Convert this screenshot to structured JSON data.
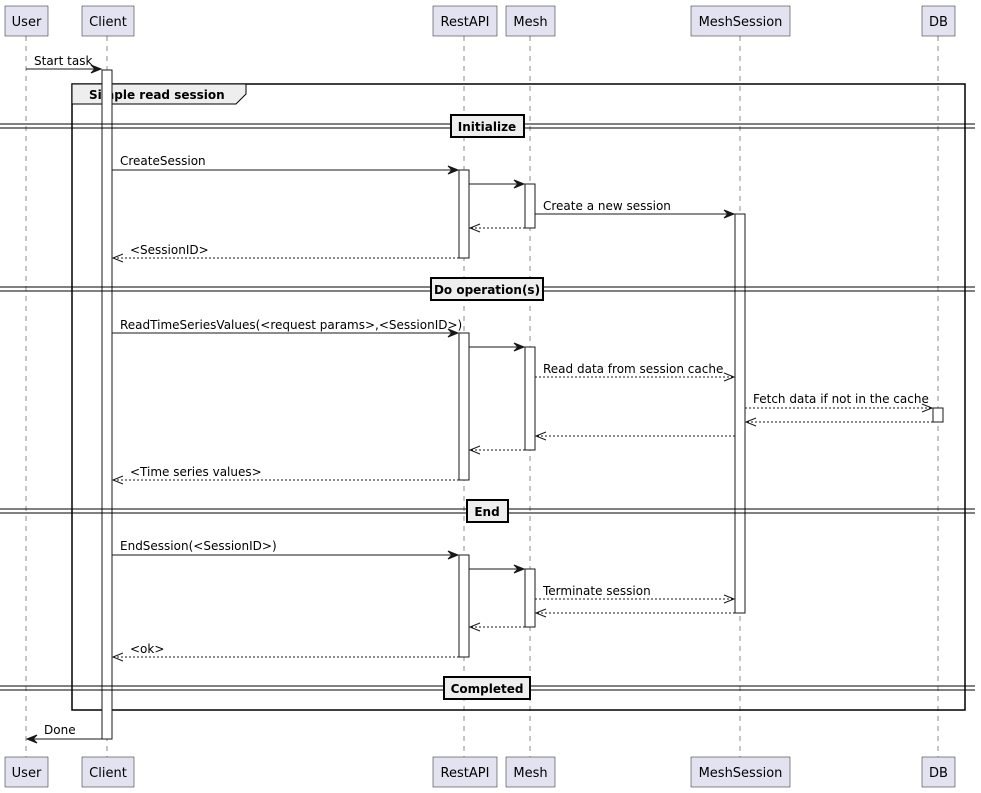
{
  "participants": [
    {
      "id": "user",
      "label": "User"
    },
    {
      "id": "client",
      "label": "Client"
    },
    {
      "id": "restapi",
      "label": "RestAPI"
    },
    {
      "id": "mesh",
      "label": "Mesh"
    },
    {
      "id": "meshsession",
      "label": "MeshSession"
    },
    {
      "id": "db",
      "label": "DB"
    }
  ],
  "group_title": "Simple read session",
  "dividers": [
    "Initialize",
    "Do operation(s)",
    "End",
    "Completed"
  ],
  "messages": [
    {
      "from": "user",
      "to": "client",
      "label": "Start task",
      "style": "solid"
    },
    {
      "from": "client",
      "to": "restapi",
      "label": "CreateSession",
      "style": "solid"
    },
    {
      "from": "restapi",
      "to": "mesh",
      "label": "",
      "style": "solid"
    },
    {
      "from": "mesh",
      "to": "meshsession",
      "label": "Create a new session",
      "style": "solid"
    },
    {
      "from": "mesh",
      "to": "restapi",
      "label": "",
      "style": "dashed"
    },
    {
      "from": "restapi",
      "to": "client",
      "label": "<SessionID>",
      "style": "dashed"
    },
    {
      "from": "client",
      "to": "restapi",
      "label": "ReadTimeSeriesValues(<request params>,<SessionID>)",
      "style": "solid"
    },
    {
      "from": "restapi",
      "to": "mesh",
      "label": "",
      "style": "solid"
    },
    {
      "from": "mesh",
      "to": "meshsession",
      "label": "Read data from session cache",
      "style": "dashed"
    },
    {
      "from": "meshsession",
      "to": "db",
      "label": "Fetch data if not in the cache",
      "style": "dashed"
    },
    {
      "from": "db",
      "to": "meshsession",
      "label": "",
      "style": "dashed"
    },
    {
      "from": "meshsession",
      "to": "mesh",
      "label": "",
      "style": "dashed"
    },
    {
      "from": "mesh",
      "to": "restapi",
      "label": "",
      "style": "dashed"
    },
    {
      "from": "restapi",
      "to": "client",
      "label": "<Time series values>",
      "style": "dashed"
    },
    {
      "from": "client",
      "to": "restapi",
      "label": "EndSession(<SessionID>)",
      "style": "solid"
    },
    {
      "from": "restapi",
      "to": "mesh",
      "label": "",
      "style": "solid"
    },
    {
      "from": "mesh",
      "to": "meshsession",
      "label": "Terminate session",
      "style": "dashed"
    },
    {
      "from": "meshsession",
      "to": "mesh",
      "label": "",
      "style": "dashed"
    },
    {
      "from": "mesh",
      "to": "restapi",
      "label": "",
      "style": "dashed"
    },
    {
      "from": "restapi",
      "to": "client",
      "label": "<ok>",
      "style": "dashed"
    },
    {
      "from": "client",
      "to": "user",
      "label": "Done",
      "style": "solid"
    }
  ]
}
